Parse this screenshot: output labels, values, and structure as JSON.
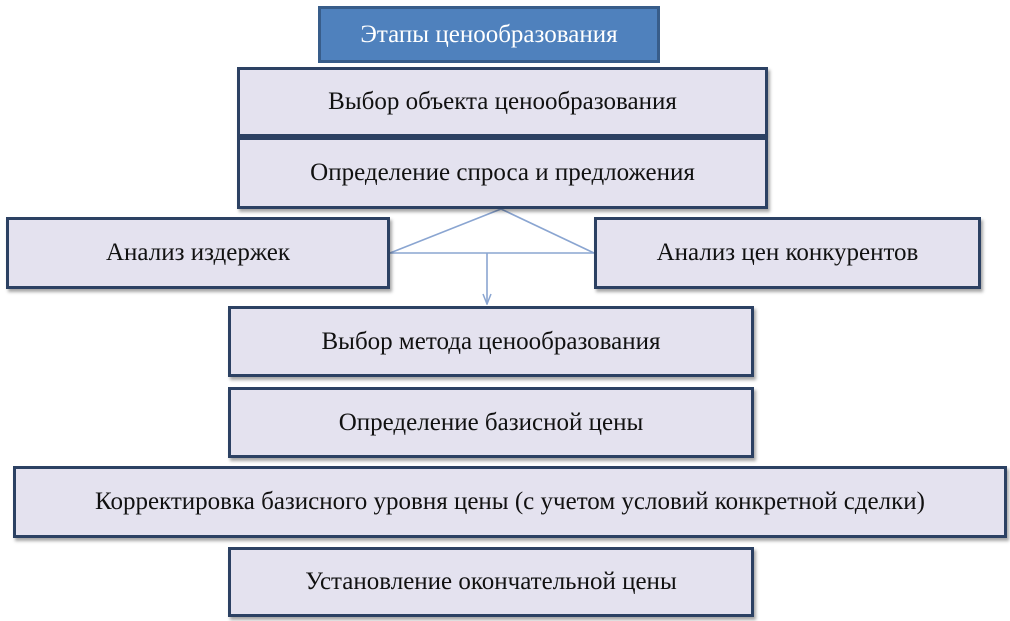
{
  "title": "Этапы ценообразования",
  "steps": [
    {
      "label": "Выбор объекта ценообразования"
    },
    {
      "label": "Определение спроса и предложения"
    },
    {
      "label": "Анализ издержек"
    },
    {
      "label": "Анализ цен конкурентов"
    },
    {
      "label": "Выбор метода ценообразования"
    },
    {
      "label": "Определение базисной цены"
    },
    {
      "label": "Корректировка базисного уровня цены (с учетом условий конкретной сделки)"
    },
    {
      "label": "Установление окончательной цены"
    }
  ],
  "colors": {
    "box_fill": "#e4e2ef",
    "box_border": "#2c4163",
    "title_fill": "#4f81bd",
    "title_text": "#ffffff",
    "connector": "#8aa5d1"
  }
}
